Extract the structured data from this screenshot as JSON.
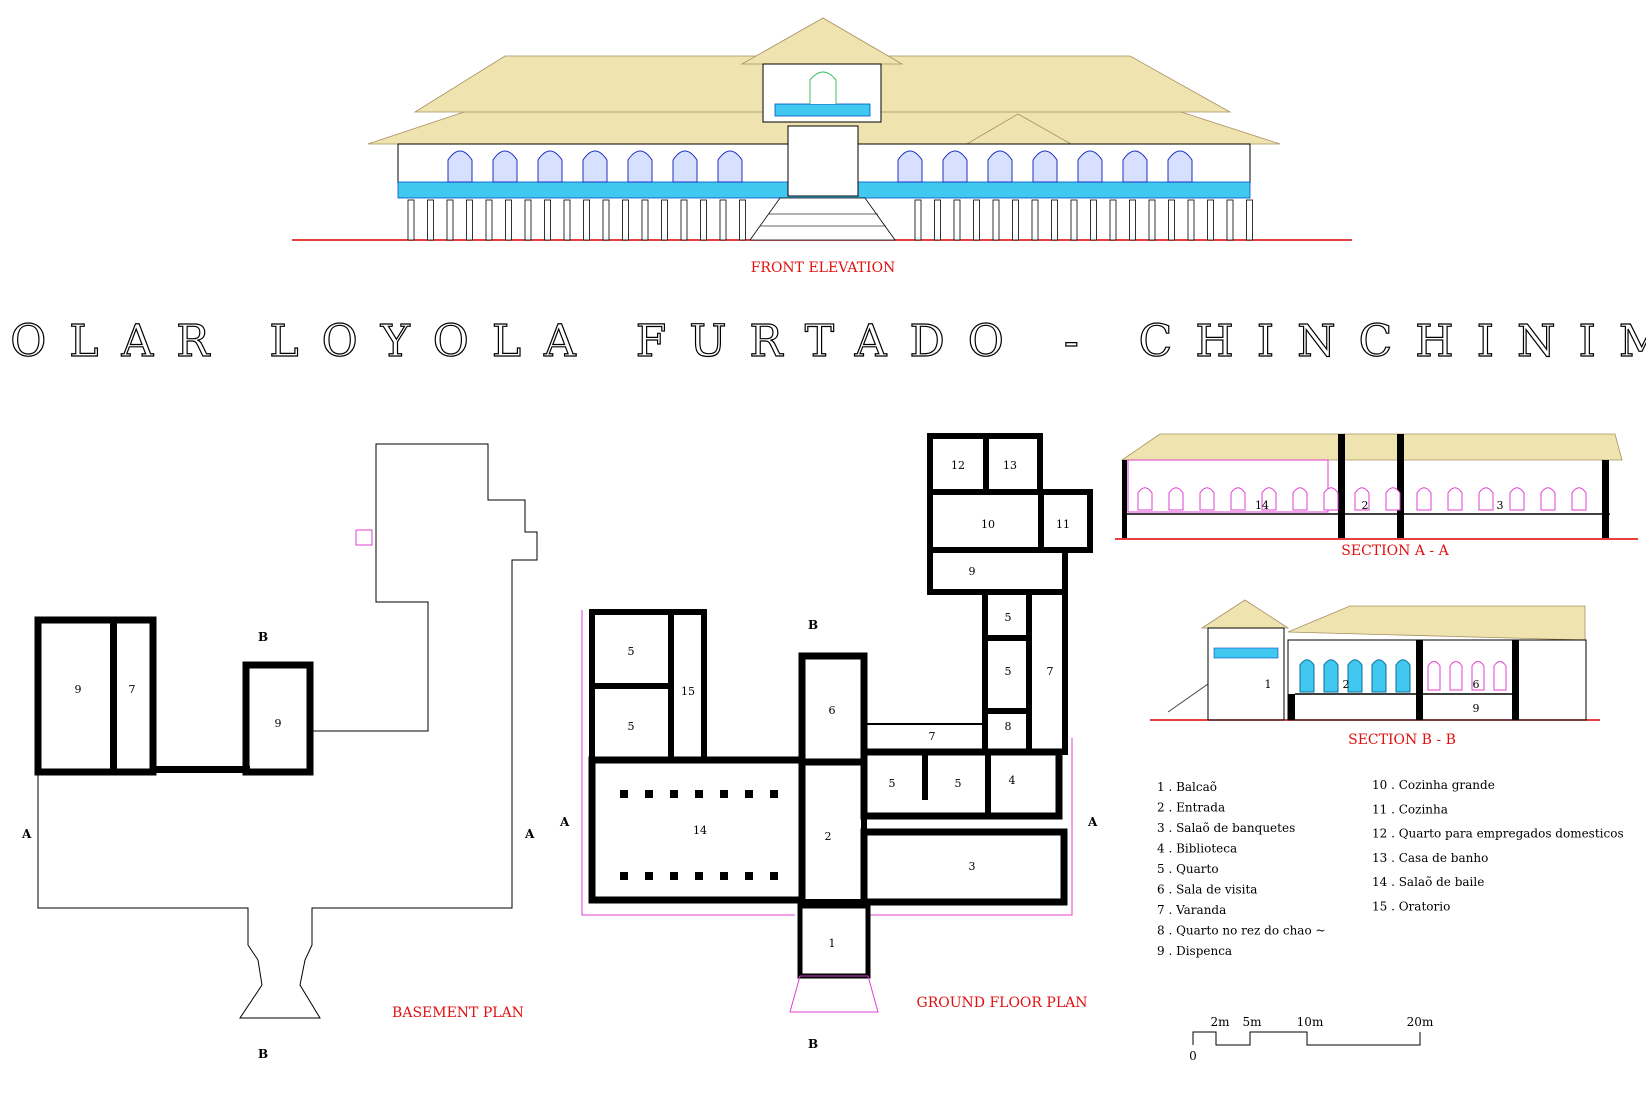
{
  "title": "SOLAR LOYOLA FURTADO - CHINCHINIM",
  "captions": {
    "front_elevation": "FRONT ELEVATION",
    "section_aa": "SECTION A - A",
    "section_bb": "SECTION B - B",
    "basement_plan": "BASEMENT PLAN",
    "ground_floor_plan": "GROUND FLOOR PLAN"
  },
  "section_markers": {
    "a": "A",
    "b": "B"
  },
  "legend": [
    "1 . Balcaõ",
    "2 . Entrada",
    "3 . Salaõ de banquetes",
    "4 . Biblioteca",
    "5 . Quarto",
    "6 . Sala de visita",
    "7 . Varanda",
    "8 . Quarto no rez do chao ~",
    "9 . Dispenca",
    "10 . Cozinha grande",
    "11 . Cozinha",
    "12 . Quarto para empregados domesticos",
    "13 . Casa de banho",
    "14 . Salaõ de baile",
    "15 . Oratorio"
  ],
  "rooms": {
    "r1": "1",
    "r2": "2",
    "r3": "3",
    "r4": "4",
    "r5": "5",
    "r6": "6",
    "r7": "7",
    "r8": "8",
    "r9": "9",
    "r10": "10",
    "r11": "11",
    "r12": "12",
    "r13": "13",
    "r14": "14",
    "r15": "15"
  },
  "scale_bar": {
    "zero": "0",
    "l1": "2m",
    "l2": "5m",
    "l3": "10m",
    "l4": "20m"
  },
  "colors": {
    "caption": "#e01010",
    "accent_blue": "#40c8f0",
    "pink": "#e040d0",
    "roof": "#efe3b0"
  }
}
